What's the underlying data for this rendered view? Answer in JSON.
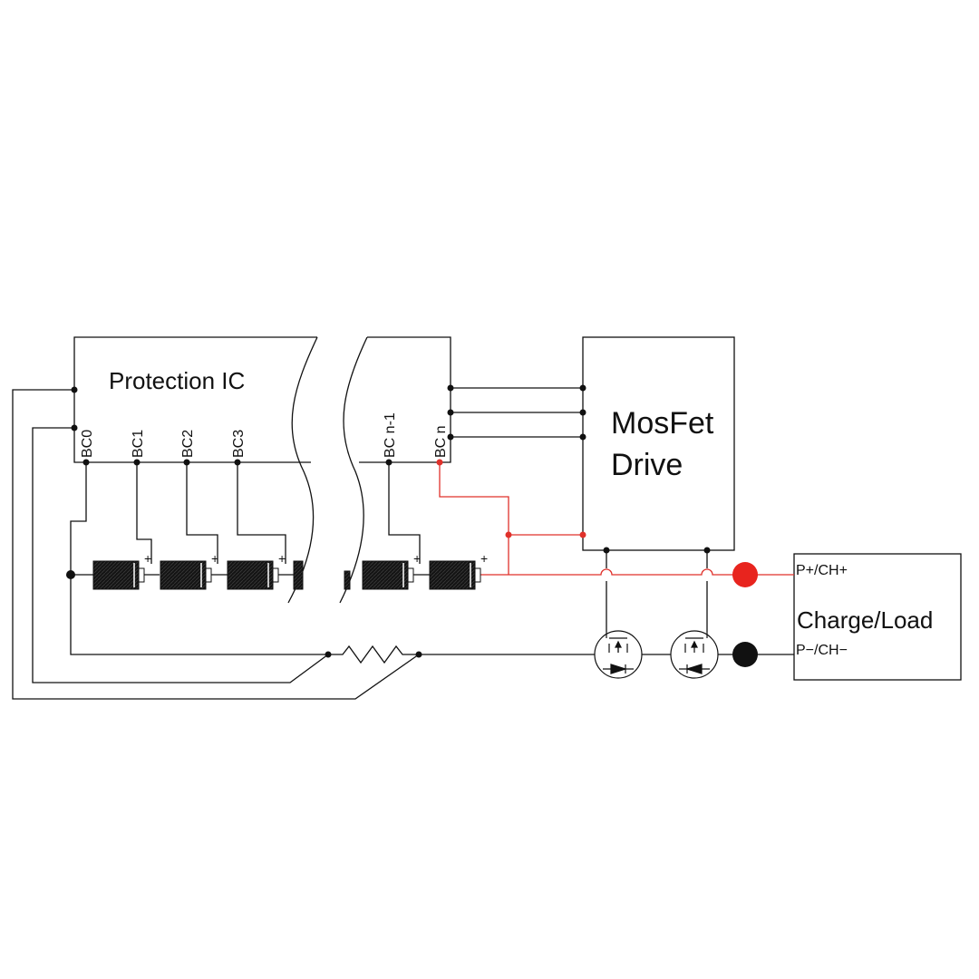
{
  "protection_ic": {
    "title": "Protection IC",
    "pins": [
      "BC0",
      "BC1",
      "BC2",
      "BC3",
      "BC n-1",
      "BC n"
    ]
  },
  "mosfet_drive": {
    "title_line1": "MosFet",
    "title_line2": "Drive"
  },
  "charge_load": {
    "title": "Charge/Load",
    "positive_terminal": "P+/CH+",
    "negative_terminal": "P−/CH−"
  },
  "battery_plus": "+",
  "colors": {
    "wire": "#111111",
    "positive_wire": "#e0312b",
    "positive_terminal": "#e8241e",
    "negative_terminal": "#111111",
    "battery_fill": "#141414"
  }
}
